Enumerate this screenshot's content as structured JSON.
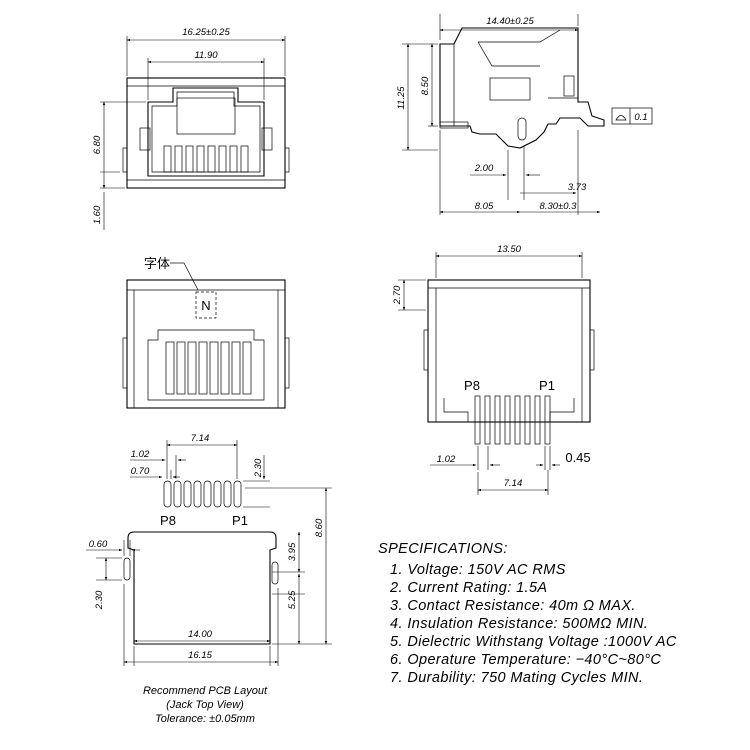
{
  "views": {
    "front": {
      "dims": {
        "width": "16.25±0.25",
        "inner": "11.90",
        "height": "6.80",
        "bottom": "1.60"
      }
    },
    "side": {
      "dims": {
        "width": "14.40±0.25",
        "height": "11.25",
        "inner_height": "8.50",
        "d1": "2.00",
        "d2": "3.73",
        "d3": "8.05",
        "d4": "8.30±0.3",
        "tolerance_value": "0.1"
      }
    },
    "top": {
      "font_label": "字体",
      "marker": "N"
    },
    "back": {
      "dims": {
        "width": "13.50",
        "height": "2.70",
        "pitch": "1.02",
        "span": "7.14",
        "pin_width": "0.45"
      },
      "pins": {
        "left": "P8",
        "right": "P1"
      }
    },
    "pcb": {
      "dims": {
        "span": "7.14",
        "pitch": "1.02",
        "pad_width": "0.70",
        "pad_height": "2.30",
        "overall_height": "8.60",
        "slot_offset": "3.95",
        "slot_lower": "5.25",
        "slot_width": "0.60",
        "slot_height": "2.30",
        "inner_width": "14.00",
        "outer_width": "16.15"
      },
      "pins": {
        "left": "P8",
        "right": "P1"
      }
    }
  },
  "specifications": {
    "title": "SPECIFICATIONS:",
    "items": [
      "1.  Voltage:  150V  AC  RMS",
      "2.  Current  Rating:  1.5A",
      "3.  Contact  Resistance:  40m Ω MAX.",
      "4.  Insulation  Resistance:  500MΩ MIN.",
      "5.  Dielectric  Withstang  Voltage  :1000V  AC",
      "6.  Operature  Temperature:  −40°C~80°C",
      "7.  Durability:  750  Mating  Cycles  MIN."
    ]
  },
  "pcb_note": {
    "line1": "Recommend  PCB  Layout",
    "line2": "(Jack  Top  View)",
    "line3": "Tolerance:  ±0.05mm"
  }
}
